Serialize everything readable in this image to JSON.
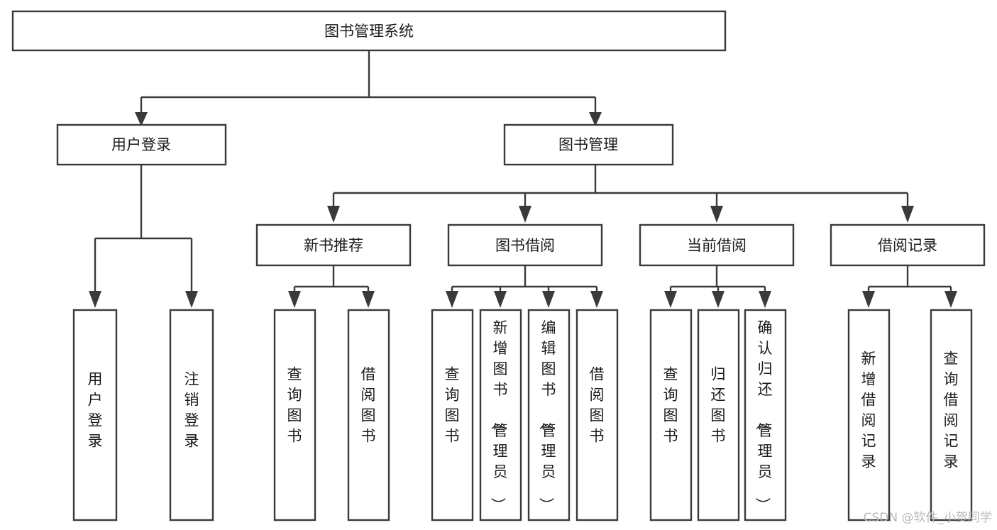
{
  "diagram": {
    "title": "图书管理系统",
    "type": "tree-hierarchy",
    "root": {
      "id": "root",
      "label": "图书管理系统"
    },
    "level1": [
      {
        "id": "user-login",
        "label": "用户登录"
      },
      {
        "id": "book-manage",
        "label": "图书管理"
      }
    ],
    "level2": [
      {
        "id": "new-book-recommend",
        "label": "新书推荐",
        "parent": "book-manage"
      },
      {
        "id": "book-borrow",
        "label": "图书借阅",
        "parent": "book-manage"
      },
      {
        "id": "current-borrow",
        "label": "当前借阅",
        "parent": "book-manage"
      },
      {
        "id": "borrow-record",
        "label": "借阅记录",
        "parent": "book-manage"
      }
    ],
    "leaves": [
      {
        "id": "leaf-user-login",
        "label": "用户登录",
        "parent": "user-login"
      },
      {
        "id": "leaf-logout-login",
        "label": "注销登录",
        "parent": "user-login"
      },
      {
        "id": "leaf-query-book-1",
        "label": "查询图书",
        "parent": "new-book-recommend"
      },
      {
        "id": "leaf-borrow-book-1",
        "label": "借阅图书",
        "parent": "new-book-recommend"
      },
      {
        "id": "leaf-query-book-2",
        "label": "查询图书",
        "parent": "book-borrow"
      },
      {
        "id": "leaf-add-book",
        "label": "新增图书（管理员）",
        "parent": "book-borrow"
      },
      {
        "id": "leaf-edit-book",
        "label": "编辑图书（管理员）",
        "parent": "book-borrow"
      },
      {
        "id": "leaf-borrow-book-2",
        "label": "借阅图书",
        "parent": "book-borrow"
      },
      {
        "id": "leaf-query-book-3",
        "label": "查询图书",
        "parent": "current-borrow"
      },
      {
        "id": "leaf-return-book",
        "label": "归还图书",
        "parent": "current-borrow"
      },
      {
        "id": "leaf-confirm-return",
        "label": "确认归还（管理员）",
        "parent": "current-borrow"
      },
      {
        "id": "leaf-add-record",
        "label": "新增借阅记录",
        "parent": "borrow-record"
      },
      {
        "id": "leaf-query-record",
        "label": "查询借阅记录",
        "parent": "borrow-record"
      }
    ],
    "colors": {
      "box_stroke": "#3a3a3a",
      "box_fill": "#ffffff",
      "text": "#1b1b1b",
      "connector": "#3a3a3a",
      "watermark": "#b9b9b9",
      "background": "#ffffff"
    }
  },
  "watermark": {
    "text": "CSDN @软件_小贺同学"
  }
}
